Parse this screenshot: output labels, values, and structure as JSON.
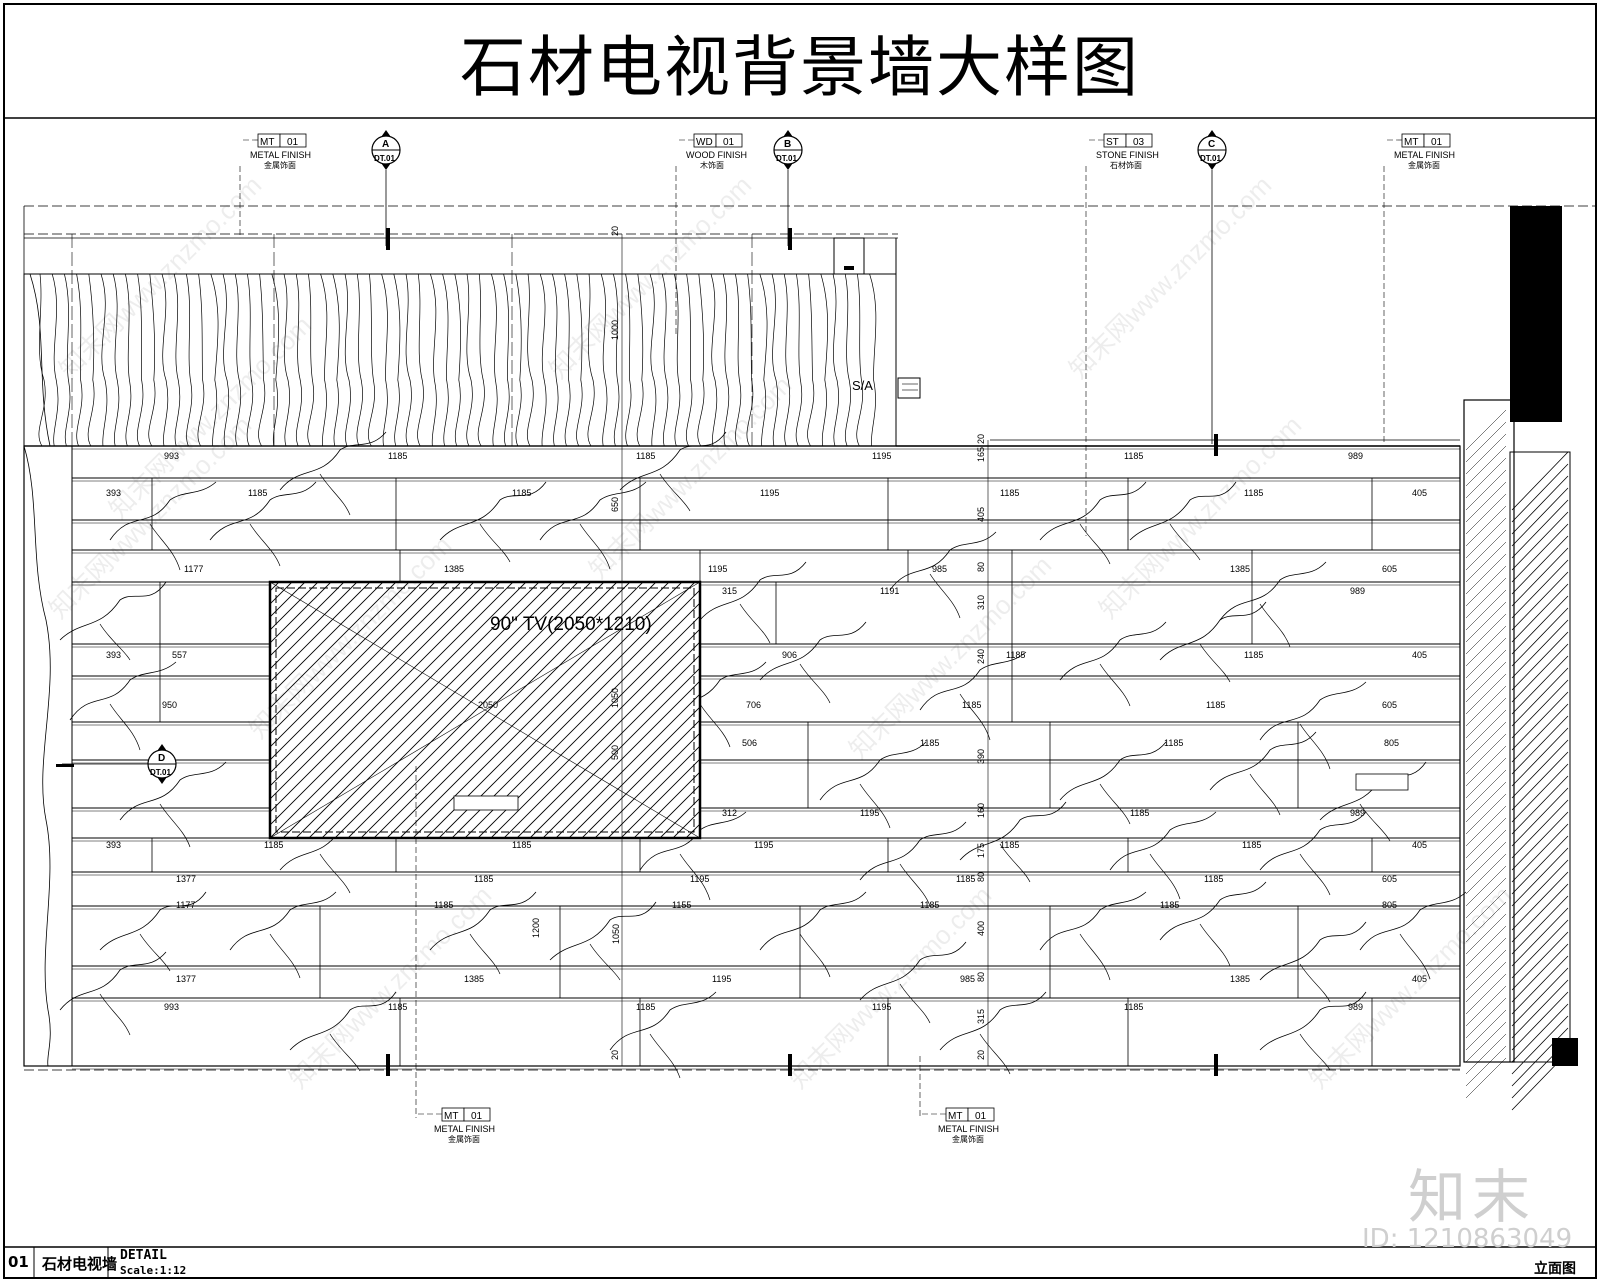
{
  "title": "石材电视背景墙大样图",
  "tv_label": "90\" TV(2050*1210)",
  "sa_label": "S/A",
  "callouts": [
    {
      "code": "MT",
      "num": "01",
      "en": "METAL FINISH",
      "cn": "金属饰面"
    },
    {
      "code": "WD",
      "num": "01",
      "en": "WOOD FINISH",
      "cn": "木饰面"
    },
    {
      "code": "ST",
      "num": "03",
      "en": "STONE FINISH",
      "cn": "石材饰面"
    },
    {
      "code": "MT",
      "num": "01",
      "en": "METAL FINISH",
      "cn": "金属饰面"
    },
    {
      "code": "MT",
      "num": "01",
      "en": "METAL FINISH",
      "cn": "金属饰面"
    },
    {
      "code": "MT",
      "num": "01",
      "en": "METAL FINISH",
      "cn": "金属饰面"
    }
  ],
  "section_markers": [
    {
      "letter": "A",
      "ref": "DT.01"
    },
    {
      "letter": "B",
      "ref": "DT.01"
    },
    {
      "letter": "C",
      "ref": "DT.01"
    },
    {
      "letter": "D",
      "ref": "DT.01"
    }
  ],
  "vertical_dims": {
    "center": [
      "20",
      "1000",
      "650",
      "1050",
      "500",
      "1200",
      "1050",
      "20"
    ],
    "right": [
      "20",
      "165",
      "405",
      "80",
      "310",
      "240",
      "390",
      "160",
      "175",
      "80",
      "400",
      "80",
      "315",
      "20"
    ]
  },
  "slab_rows": [
    [
      "993",
      "1185",
      "1185",
      "1195",
      "1185",
      "989"
    ],
    [
      "393",
      "1185",
      "1185",
      "1195",
      "1185",
      "1185",
      "405"
    ],
    [
      "1177",
      "1385",
      "1195",
      "985",
      "1385",
      "605"
    ],
    [
      "315",
      "1191",
      "989"
    ],
    [
      "393",
      "557",
      "906",
      "1185",
      "1185",
      "405"
    ],
    [
      "950",
      "2050",
      "706",
      "1185",
      "1185",
      "605"
    ],
    [
      "506",
      "1185",
      "1185",
      "805"
    ],
    [
      "312",
      "1195",
      "1185",
      "989"
    ],
    [
      "393",
      "1185",
      "1185",
      "1195",
      "1185",
      "1185",
      "405"
    ],
    [
      "1377",
      "1185",
      "1195",
      "1185",
      "1185",
      "605"
    ],
    [
      "1177",
      "1185",
      "1155",
      "1185",
      "1185",
      "805"
    ],
    [
      "1377",
      "1385",
      "1195",
      "985",
      "1385",
      "405"
    ],
    [
      "993",
      "1185",
      "1185",
      "1195",
      "1185",
      "989"
    ]
  ],
  "footer": {
    "number": "01",
    "name": "石材电视墙",
    "detail": "DETAIL",
    "scale": "Scale:1:12",
    "view": "立面图"
  },
  "brand": "知末",
  "id_text": "ID: 1210863049",
  "watermark": "知末网www.znzmo.com",
  "colors": {
    "line": "#000000",
    "watermark": "#cfcfcf"
  }
}
